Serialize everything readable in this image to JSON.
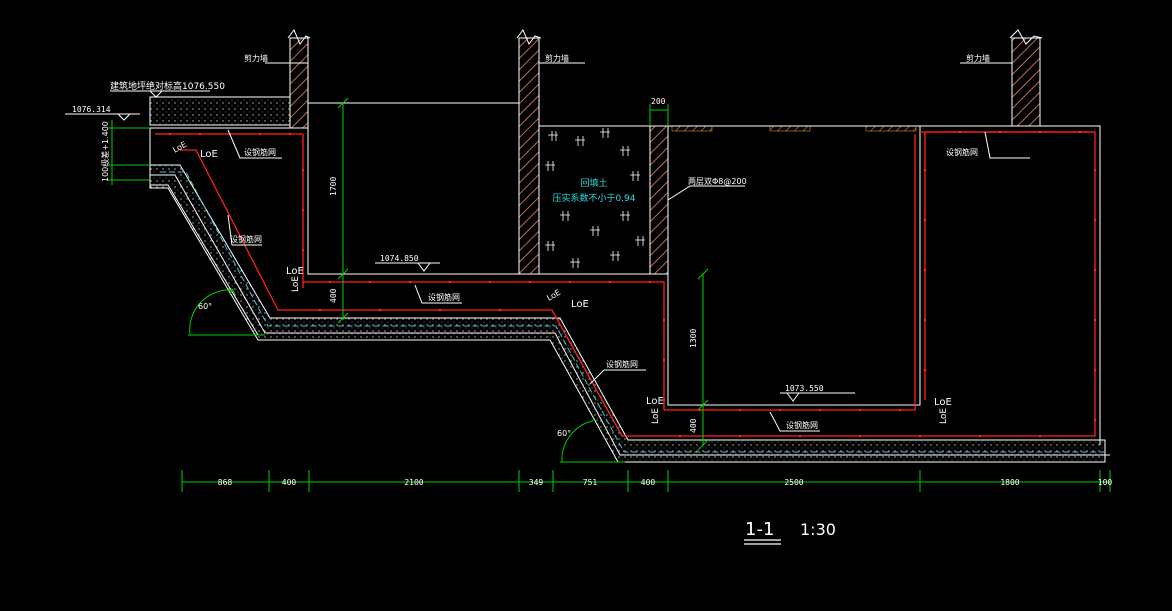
{
  "labels": {
    "shear_wall": "剪力墙",
    "building_elevation": "建筑地坪绝对标高1076.550",
    "elev_left": "1076.314",
    "step_note": "100级差+1.400",
    "rebar_note": "设钢筋网",
    "loe": "LoE",
    "backfill_line1": "回填土",
    "backfill_line2": "压实系数不小于0.94",
    "wall_rebar": "两层双Φ8@200",
    "elev_mid": "1074.850",
    "elev_low": "1073.550",
    "angle": "60°"
  },
  "dims": {
    "d200": "200",
    "d1700": "1700",
    "d400a": "400",
    "d1300": "1300",
    "d400b": "400",
    "d400c": "400",
    "bottom": [
      "868",
      "400",
      "2100",
      "349",
      "751",
      "400",
      "2500",
      "1800",
      "100"
    ]
  },
  "title": {
    "name": "1-1",
    "scale": "1:30"
  },
  "colors": {
    "line": "#ffffff",
    "rebar": "#ff2020",
    "dim": "#00d000",
    "wall_hatch": "#c06a4a",
    "backfill_text": "#20e0e0",
    "leader": "#ffffff",
    "top_orange": "#e08a30",
    "dash_cyan": "#40c0d0"
  }
}
